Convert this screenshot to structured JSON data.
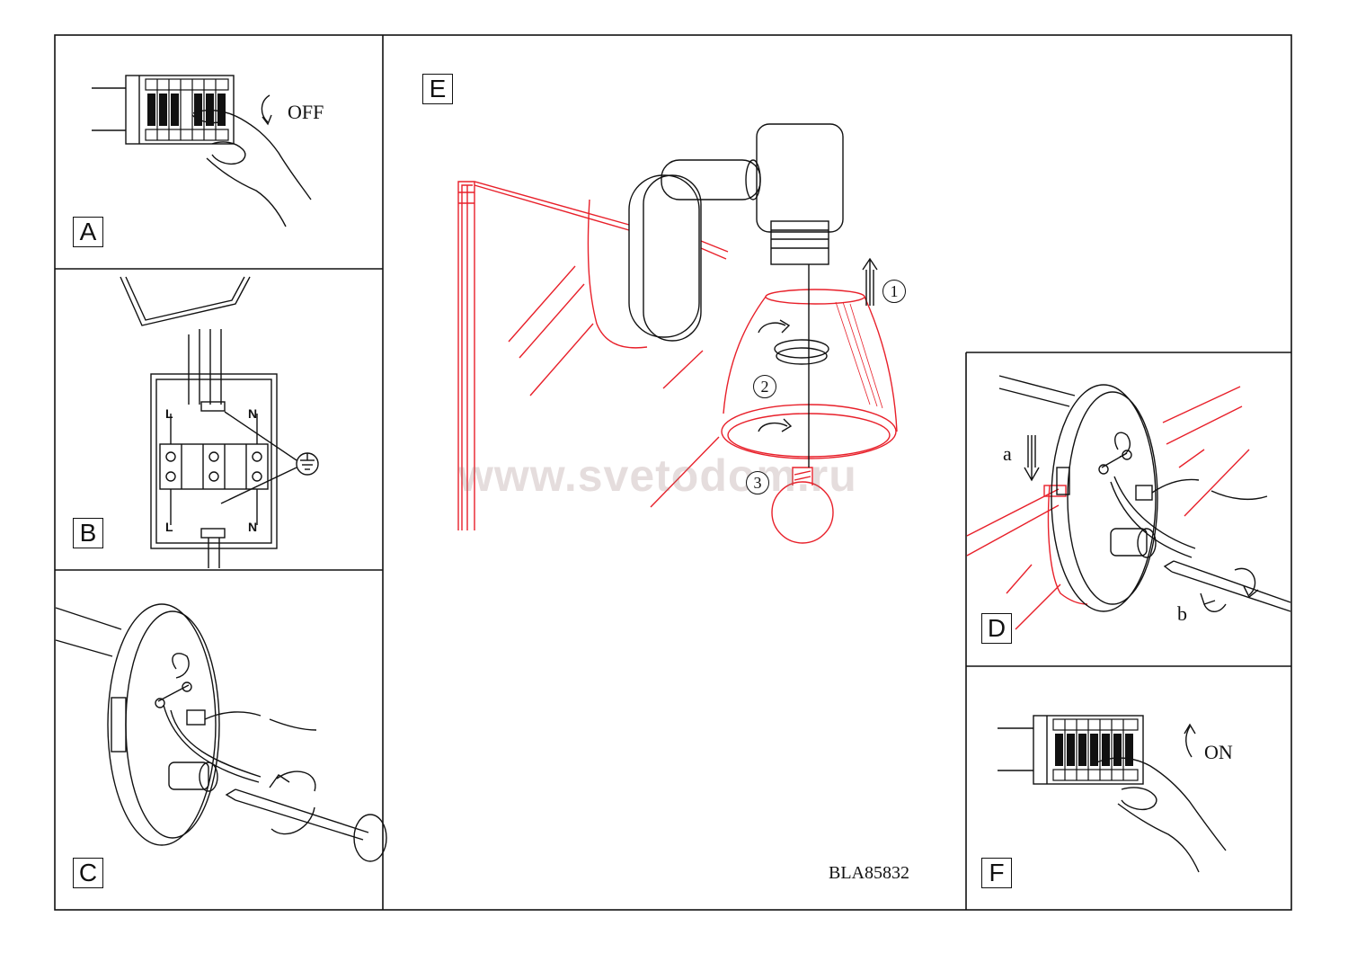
{
  "panels": {
    "a": "A",
    "b": "B",
    "c": "C",
    "d": "D",
    "e": "E",
    "f": "F"
  },
  "annotations": {
    "off": "OFF",
    "on": "ON",
    "step_a": "a",
    "step_b": "b",
    "wire_l_top": "L",
    "wire_n_top": "N",
    "wire_l_bottom": "L",
    "wire_n_bottom": "N",
    "step_1": "1",
    "step_2": "2",
    "step_3": "3",
    "model_code": "BLA85832"
  },
  "watermark": "www.svetodom.ru",
  "colors": {
    "line": "#111111",
    "accent": "#e8202a"
  }
}
